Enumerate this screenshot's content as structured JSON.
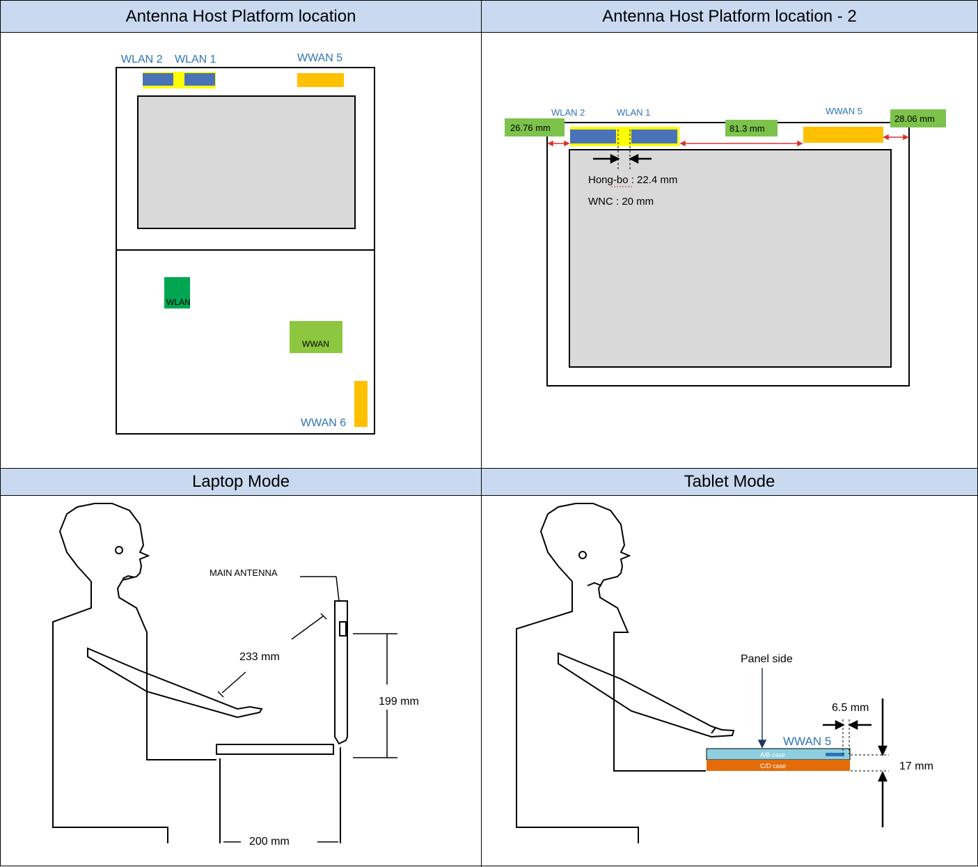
{
  "table": {
    "headers": {
      "top_left": "Antenna Host Platform location",
      "top_right": "Antenna Host Platform location - 2",
      "bottom_left": "Laptop Mode",
      "bottom_right": "Tablet Mode"
    }
  },
  "platform1": {
    "wlan2": "WLAN 2",
    "wlan1": "WLAN 1",
    "wwan5": "WWAN 5",
    "wlan_box": "WLAN",
    "wwan_box": "WWAN",
    "wwan6": "WWAN 6"
  },
  "platform2": {
    "wlan2": "WLAN 2",
    "wlan1": "WLAN 1",
    "wwan5": "WWAN 5",
    "dim_left": "26.76 mm",
    "dim_middle": "81.3 mm",
    "dim_right": "28.06 mm",
    "note1": "Hong-bo : 22.4 mm",
    "note2": "WNC : 20 mm"
  },
  "laptop": {
    "main_antenna": "MAIN ANTENNA",
    "dim_233": "233 mm",
    "dim_199": "199 mm",
    "dim_200": "200 mm"
  },
  "tablet": {
    "panel_side": "Panel side",
    "dim_6_5": "6.5 mm",
    "wwan5": "WWAN 5",
    "ab_case": "A/B case",
    "cd_case": "C/D case",
    "dim_17": "17 mm"
  },
  "colors": {
    "header_bg": "#c9d9f0",
    "antenna_blue": "#4a72b8",
    "antenna_yellow": "#ffff00",
    "antenna_orange": "#ffc000",
    "label_blue": "#2e74b5",
    "dim_green": "#7dc24b",
    "wlan_green": "#00a651",
    "wwan_green": "#8dc63f",
    "screen_gray": "#d9d9d9",
    "dim_red": "#e03030",
    "ab_case_blue": "#8ecfe0",
    "cd_case_orange": "#e36c09"
  }
}
